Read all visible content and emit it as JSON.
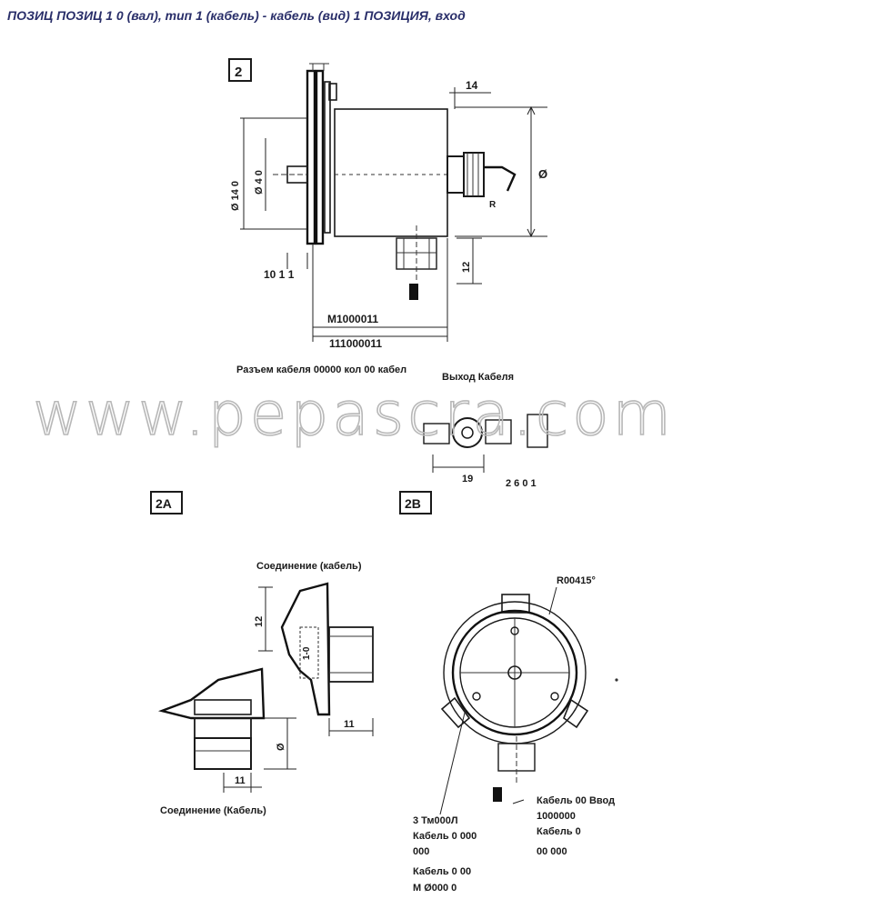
{
  "header": {
    "title": "ПОЗИЦ ПОЗИЦ 1 0 (вал), тип 1 (кабель) - кабель (вид) 1 ПОЗИЦИЯ, вход"
  },
  "watermark": "www.pepascra.com",
  "views": {
    "main_tag": "2",
    "view_2a_tag": "2A",
    "view_2b_tag": "2B"
  },
  "dimensions": {
    "d14": "14",
    "d1011": "10 1 1",
    "d12": "12",
    "d_main_len": "M1000011",
    "d_total_len": "111000011",
    "d_height": "Ø",
    "d_shaft": "Ø 14 0",
    "d_shaft_inner": "Ø 4 0",
    "d_ret": "R",
    "d_2a_12": "12",
    "d_2a_11": "11",
    "d_2a_11b": "11",
    "d_2a_1": "1-0",
    "d_2b_side": "Ø",
    "d_top_angle": "R00415°",
    "d_bot_19": "19",
    "d_bot_2": "2 6 0 1"
  },
  "labels": {
    "connector_note": "Разъем кабеля 00000 кол 00 кабел",
    "cable_output": "Выход Кабеля",
    "conn_top": "Соединение (кабель)",
    "conn_bottom": "Соединение (Кабель)",
    "left_note_1": "3 Тм000Л",
    "left_note_2": "Кабель 0 000",
    "left_note_3": "000",
    "left_note_4": "Кабель 0 00",
    "left_note_5": "М Ø000 0",
    "right_note_1": "Кабель 00 Ввод",
    "right_note_2": "1000000",
    "right_note_3": "Кабель 0",
    "right_note_4": "00 000"
  }
}
